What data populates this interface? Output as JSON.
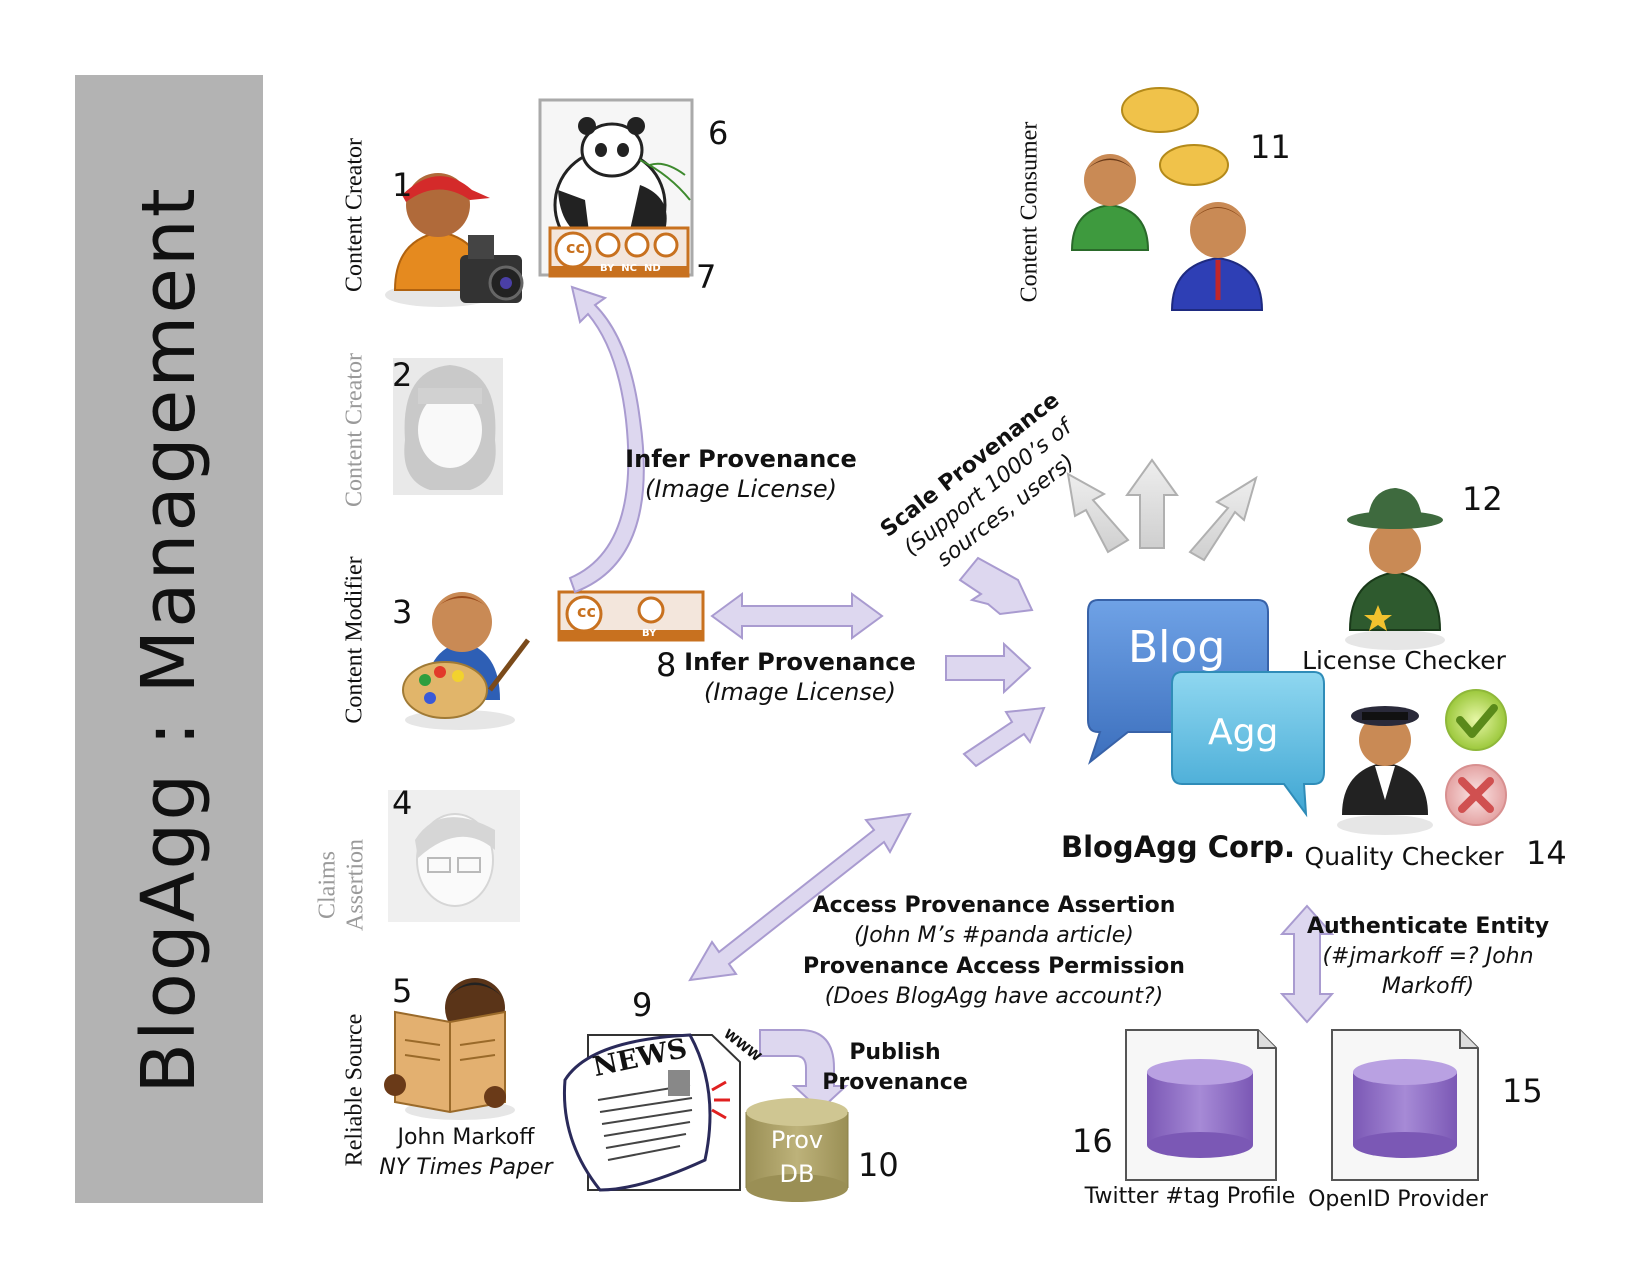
{
  "sidebar": {
    "title": "BlogAgg : Management"
  },
  "roles": {
    "content_creator": "Content Creator",
    "content_creator_2": "Content Creator",
    "content_modifier": "Content Modifier",
    "claims_assertion_line1": "Claims",
    "claims_assertion_line2": "Assertion",
    "reliable_source": "Reliable Source",
    "content_consumer": "Content Consumer"
  },
  "numbers": [
    "1",
    "2",
    "3",
    "4",
    "5",
    "6",
    "7",
    "8",
    "9",
    "10",
    "11",
    "12",
    "14",
    "15",
    "16"
  ],
  "license_badges": {
    "full": {
      "cc": "cc",
      "terms": "BY  NC  ND"
    },
    "by": {
      "cc": "cc",
      "terms": "BY"
    }
  },
  "labels": {
    "infer_top_title": "Infer Provenance",
    "infer_top_sub": "(Image License)",
    "infer_mid_title": "Infer Provenance",
    "infer_mid_sub": "(Image License)",
    "scale_title": "Scale Provenance",
    "scale_sub1": "(Support 1000’s of",
    "scale_sub2": "sources, users)",
    "blog": "Blog",
    "agg": "Agg",
    "corp": "BlogAgg Corp.",
    "license_checker": "License Checker",
    "quality_checker": "Quality Checker",
    "access_title": "Access Provenance Assertion",
    "access_sub": "(John M’s #panda article)",
    "permission_title": "Provenance Access Permission",
    "permission_sub": "(Does BlogAgg have account?)",
    "auth_title": "Authenticate Entity",
    "auth_sub1": "(#jmarkoff =? John",
    "auth_sub2": "Markoff)",
    "publish_line1": "Publish",
    "publish_line2": "Provenance",
    "prov_db_line1": "Prov",
    "prov_db_line2": "DB",
    "news": "NEWS",
    "www": "WWW",
    "john": "John Markoff",
    "nyt": "NY Times Paper",
    "twitter": "Twitter #tag Profile",
    "openid": "OpenID Provider"
  },
  "colors": {
    "sidebar": "#b3b3b3",
    "arrow_fill": "#ddd7ef",
    "arrow_stroke": "#a99bd0",
    "blog_bubble": "#4f86d0",
    "agg_bubble": "#5bbde0",
    "db_purple": "#8e6bc4",
    "prov_db": "#a59b62",
    "cc_orange": "#c8711f"
  }
}
